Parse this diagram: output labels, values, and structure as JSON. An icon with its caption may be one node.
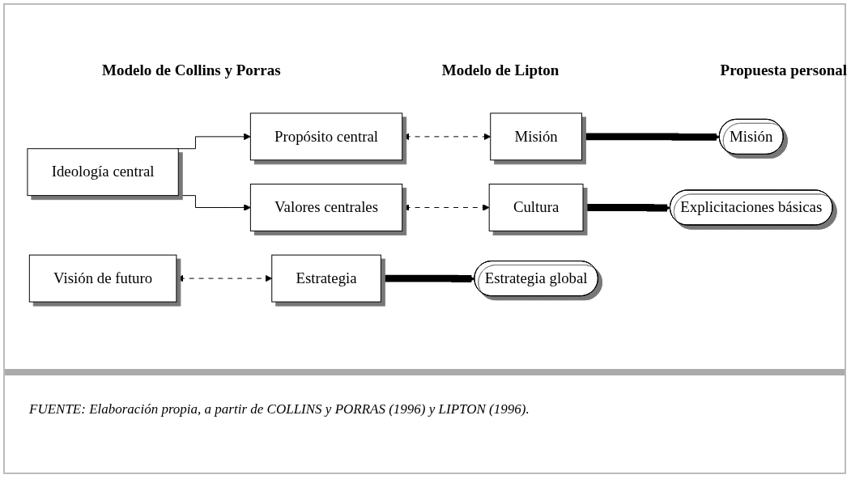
{
  "diagram": {
    "caption": "FUENTE: Elaboración propia, a partir de COLLINS y PORRAS (1996) y LIPTON (1996).",
    "nodes": [
      {
        "text": [
          "Ideología central"
        ]
      },
      {
        "text": [
          "Propósito central"
        ]
      },
      {
        "text": [
          "Valores centrales"
        ]
      },
      {
        "text": [
          "Visión de futuro"
        ]
      },
      {
        "text": [
          "Misión"
        ]
      },
      {
        "text": [
          "Cultura"
        ]
      },
      {
        "text": [
          "Estrategia"
        ]
      },
      {
        "text": [
          "Misión"
        ]
      },
      {
        "text": [
          "Explicitaciones básicas"
        ]
      },
      {
        "text": [
          "Estrategia global"
        ]
      }
    ],
    "edges": [
      {
        "from": 0,
        "to": 1,
        "arrow": "to"
      },
      {
        "from": 0,
        "to": 2,
        "arrow": "to"
      },
      {
        "from": 1,
        "to": 4,
        "arrow": "both",
        "style": "dashed"
      },
      {
        "from": 2,
        "to": 5,
        "arrow": "both",
        "style": "dashed"
      },
      {
        "from": 3,
        "to": 6,
        "arrow": "both",
        "style": "dashed"
      },
      {
        "from": 4,
        "to": 7,
        "arrow": "both",
        "style": "thick"
      },
      {
        "from": 5,
        "to": 8,
        "arrow": "both",
        "style": "thick"
      },
      {
        "from": 6,
        "to": 9,
        "arrow": "both",
        "style": "thick"
      }
    ],
    "labels": [
      "Modelo de Collins y Porras",
      "Modelo de Lipton",
      "Propuesta personal"
    ]
  }
}
